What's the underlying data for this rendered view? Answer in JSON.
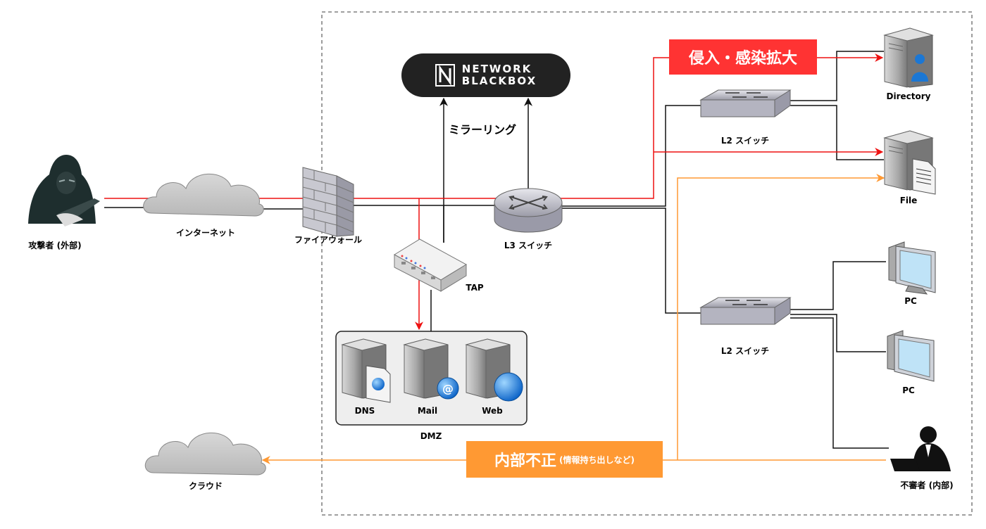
{
  "title_boxes": {
    "spread": "侵入・感染拡大",
    "insider_main": "内部不正",
    "insider_sub": "(情報持ち出しなど)"
  },
  "logo": {
    "line1": "NETWORK",
    "line2": "BLACKBOX"
  },
  "mirroring": "ミラーリング",
  "nodes": {
    "attacker": "攻撃者 (外部)",
    "internet": "インターネット",
    "firewall": "ファイアウォール",
    "tap": "TAP",
    "l3": "L3 スイッチ",
    "l2_top": "L2 スイッチ",
    "l2_bottom": "L2 スイッチ",
    "directory": "Directory",
    "file": "File",
    "pc1": "PC",
    "pc2": "PC",
    "insider": "不審者 (内部)",
    "cloud": "クラウド",
    "dmz": "DMZ",
    "dns": "DNS",
    "mail": "Mail",
    "web": "Web"
  },
  "colors": {
    "attack": "#ee1111",
    "insider": "#ff9933",
    "link": "#111111"
  },
  "icons": [
    "hacker-icon",
    "cloud-icon",
    "firewall-icon",
    "tap-icon",
    "router-icon",
    "switch-icon",
    "server-icon",
    "pc-icon",
    "user-icon",
    "globe-icon"
  ]
}
